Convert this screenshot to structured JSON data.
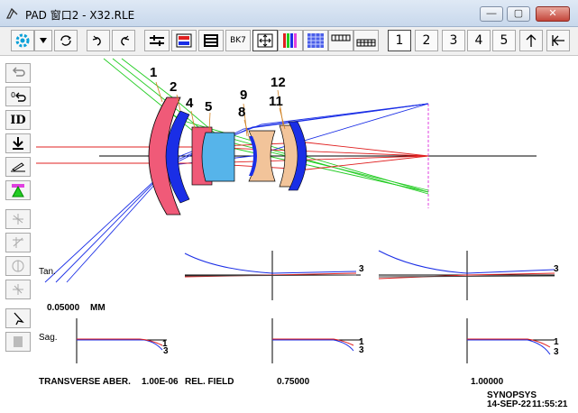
{
  "window": {
    "title": "PAD 窗口2 - X32.RLE",
    "btn_minimize": "—",
    "btn_maximize": "▢",
    "btn_close": "✕"
  },
  "toolbar": {
    "glass_label": "BK7",
    "page_numbers": [
      "1",
      "2",
      "3",
      "4",
      "5"
    ],
    "selected_page": "1"
  },
  "sidebar": {
    "id_label": "ID"
  },
  "surfaces": [
    "1",
    "2",
    "4",
    "5",
    "9",
    "8",
    "12",
    "11"
  ],
  "plot": {
    "tan_label": "Tan.",
    "sag_label": "Sag.",
    "scale_value": "0.05000",
    "scale_unit": "MM",
    "footer_title": "TRANSVERSE ABER.",
    "footer_wavelength": "1.00E-06",
    "footer_field_label": "REL. FIELD",
    "field_mid": "0.75000",
    "field_full": "1.00000",
    "curve_label_1": "1",
    "curve_label_3": "3",
    "brand": "SYNOPSYS",
    "date": "14-SEP-22",
    "time": "11:55:21"
  },
  "colors": {
    "lens_red": "#f05a78",
    "lens_blue": "#1a2ee6",
    "lens_cyan": "#56b4ea",
    "lens_peach": "#f2c49a",
    "ray_green": "#22cc22",
    "ray_blue": "#1a2ee6",
    "ray_red": "#e02020",
    "image_plane": "#e040e0"
  }
}
